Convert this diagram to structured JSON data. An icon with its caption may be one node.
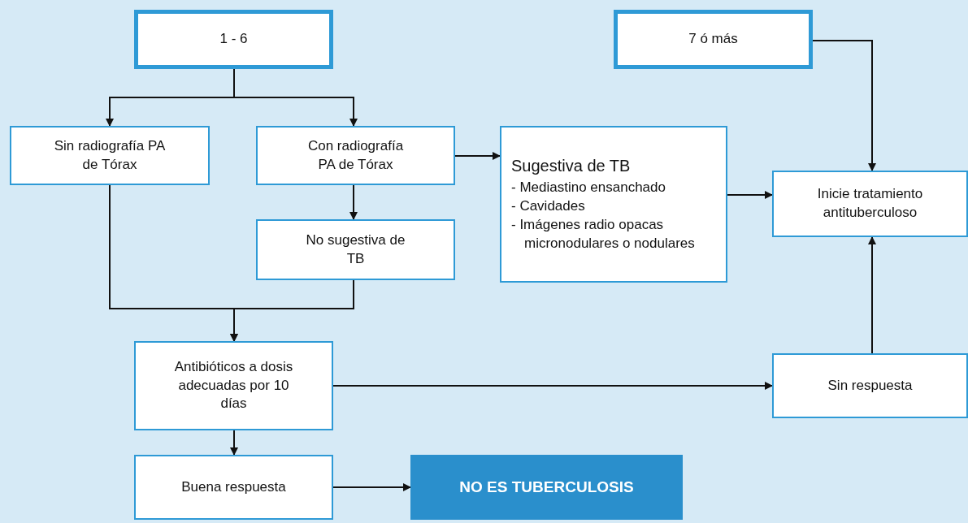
{
  "diagram": {
    "nodes": [
      {
        "text": [
          "1 - 6"
        ]
      },
      {
        "text": [
          "7 ó más"
        ]
      },
      {
        "text": [
          "Sin radiografía PA de Tórax"
        ]
      },
      {
        "text": [
          "Con radiografía PA de Tórax"
        ]
      },
      {
        "text": [
          "No sugestiva de TB"
        ]
      },
      {
        "text": [
          "Sugestiva de TB",
          "- Mediastino ensanchado",
          "- Cavidades",
          "- Imágenes radio opacas micronodulares o nodulares"
        ]
      },
      {
        "text": [
          "Inicie tratamiento antituberculoso"
        ]
      },
      {
        "text": [
          "Antibióticos a dosis adecuadas por 10 días"
        ]
      },
      {
        "text": [
          "Sin respuesta"
        ]
      },
      {
        "text": [
          "Buena respuesta"
        ]
      },
      {
        "text": [
          "NO ES TUBERCULOSIS"
        ]
      }
    ],
    "edges": [
      {
        "from": 0,
        "to": 2,
        "arrow": "to"
      },
      {
        "from": 0,
        "to": 3,
        "arrow": "to"
      },
      {
        "from": 1,
        "to": 6,
        "arrow": "to"
      },
      {
        "from": 3,
        "to": 5,
        "arrow": "to"
      },
      {
        "from": 3,
        "to": 4,
        "arrow": "to"
      },
      {
        "from": 5,
        "to": 6,
        "arrow": "to"
      },
      {
        "from": 2,
        "to": 7,
        "arrow": "to"
      },
      {
        "from": 4,
        "to": 7,
        "arrow": "to"
      },
      {
        "from": 7,
        "to": 8,
        "arrow": "to"
      },
      {
        "from": 8,
        "to": 6,
        "arrow": "to"
      },
      {
        "from": 7,
        "to": 9,
        "arrow": "to"
      },
      {
        "from": 9,
        "to": 10,
        "arrow": "to"
      }
    ]
  }
}
